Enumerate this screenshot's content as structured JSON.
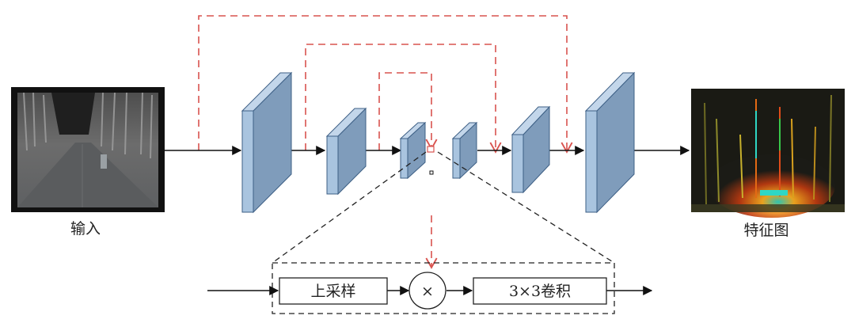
{
  "labels": {
    "input": "输入",
    "output": "特征图",
    "upsample": "上采样",
    "multiply": "×",
    "conv": "3×3卷积"
  },
  "colors": {
    "block_face": "#a9c4df",
    "block_side": "#7f9cbb",
    "block_stroke": "#3d5f85",
    "skip_line": "#d9534f",
    "arrow": "#111111",
    "dashed_box": "#222222"
  },
  "images": {
    "input_image": "grayscale-thermal-forest-road",
    "output_image": "colorful-feature-map-heatmap"
  }
}
